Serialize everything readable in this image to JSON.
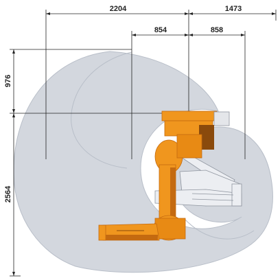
{
  "dimensions": {
    "reach_left": "2204",
    "reach_right": "1473",
    "inner_left": "854",
    "inner_right": "858",
    "height_top": "976",
    "height_bottom": "2564"
  },
  "colors": {
    "envelope": "#d3d7de",
    "envelope_edge": "#b8bec8",
    "robot_orange": "#f0961e",
    "robot_dark": "#c46a10",
    "robot_shadow": "#8a4a0c",
    "ghost_arm": "#e8eaee",
    "ghost_edge": "#9aa0aa",
    "dim_line": "#222222"
  }
}
